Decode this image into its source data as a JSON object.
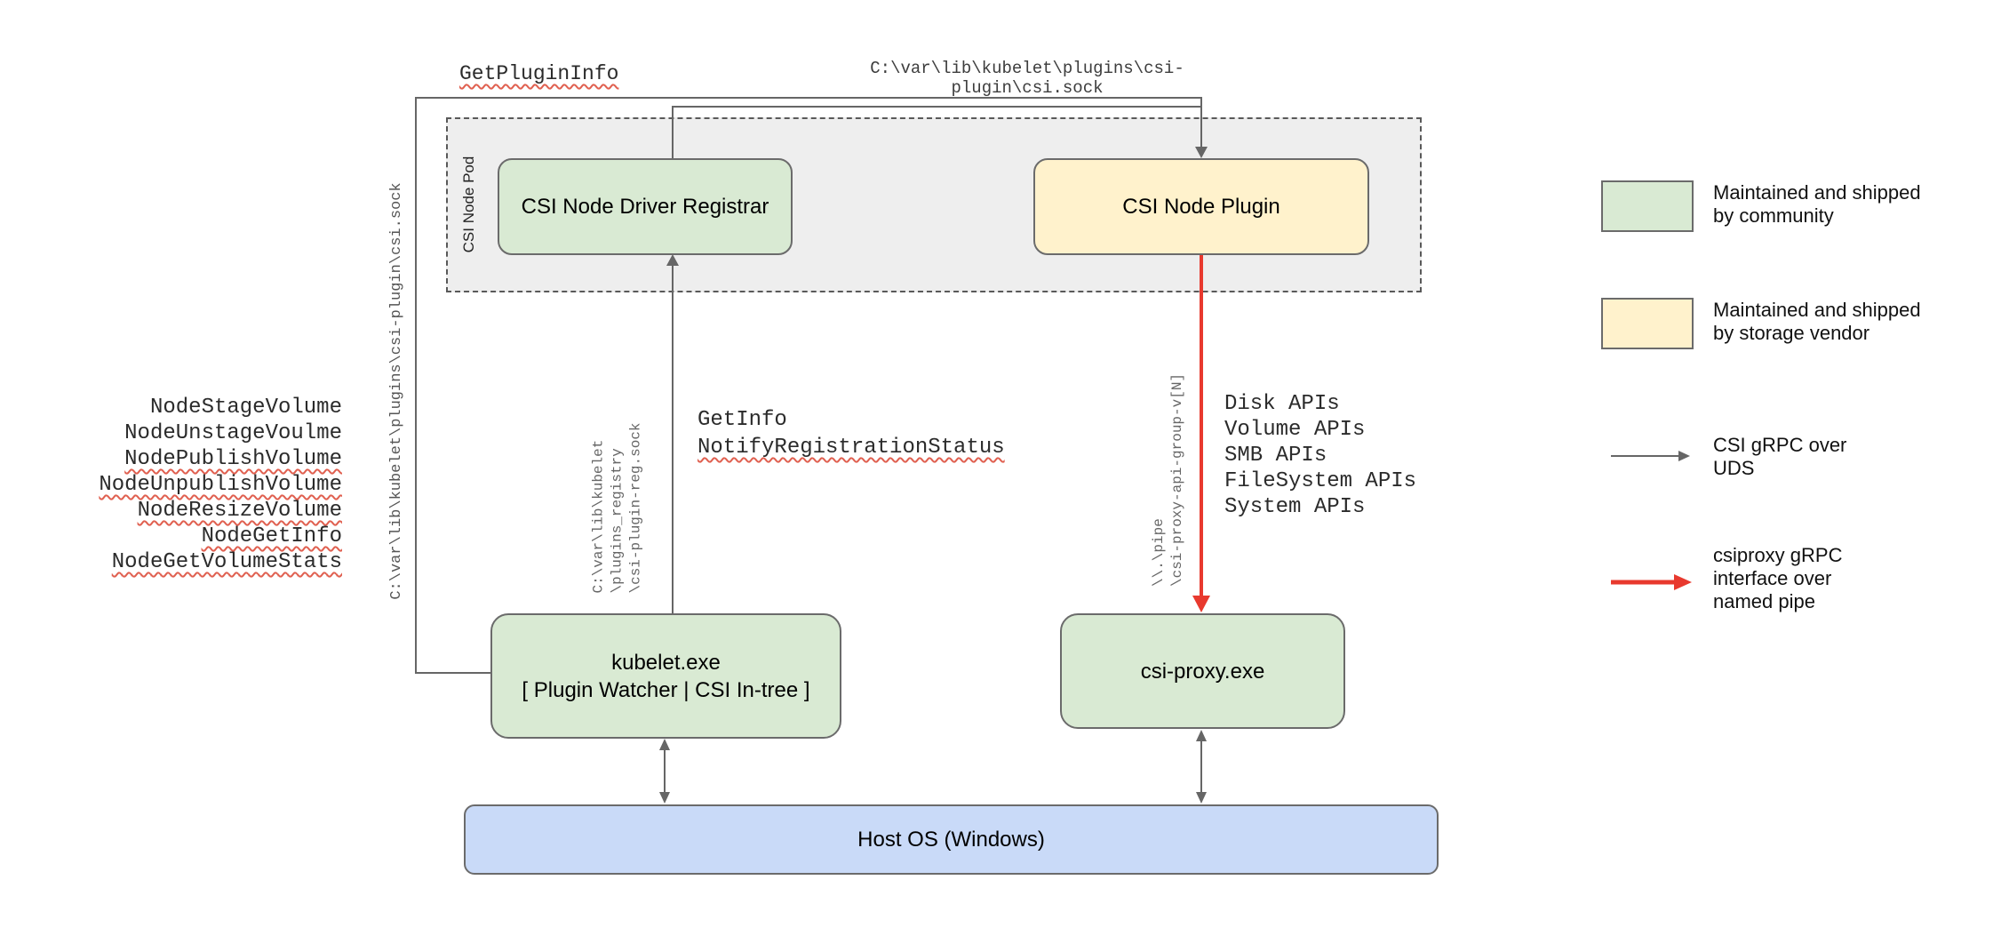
{
  "colors": {
    "community_green": "#d9ead3",
    "vendor_yellow": "#fff2cc",
    "host_blue": "#c9daf8",
    "pod_gray": "#eeeeee",
    "line_gray": "#666666",
    "pipe_red": "#e8392e",
    "squiggle_red": "#e06050"
  },
  "pod": {
    "label": "CSI Node Pod"
  },
  "boxes": {
    "registrar": "CSI Node Driver Registrar",
    "plugin": "CSI Node Plugin",
    "kubelet_line1": "kubelet.exe",
    "kubelet_line2": "[ Plugin Watcher | CSI In-tree ]",
    "csi_proxy": "csi-proxy.exe",
    "host_os": "Host OS (Windows)"
  },
  "edge_labels": {
    "get_plugin_info": "GetPluginInfo",
    "csi_sock_horizontal": "C:\\var\\lib\\kubelet\\plugins\\csi-plugin\\csi.sock",
    "csi_sock_vertical": "C:\\var\\lib\\kubelet\\plugins\\csi-plugin\\csi.sock",
    "reg_sock_vertical": "C:\\var\\lib\\kubelet\n\\plugins_registry\n\\csi-plugin-reg.sock",
    "get_info": "GetInfo",
    "notify_registration_status": "NotifyRegistrationStatus",
    "named_pipe_vertical": "\\\\.\\pipe\n\\csi-proxy-api-group-v[N]"
  },
  "node_rpcs": [
    "NodeStageVolume",
    "NodeUnstageVoulme",
    "NodePublishVolume",
    "NodeUnpublishVolume",
    "NodeResizeVolume",
    "NodeGetInfo",
    "NodeGetVolumeStats"
  ],
  "api_groups": [
    "Disk APIs",
    "Volume APIs",
    "SMB APIs",
    "FileSystem APIs",
    "System APIs"
  ],
  "legend": {
    "community": "Maintained and shipped\nby community",
    "vendor": "Maintained and shipped\nby storage vendor",
    "uds": "CSI gRPC over\nUDS",
    "pipe": "csiproxy gRPC\ninterface over\nnamed pipe"
  }
}
